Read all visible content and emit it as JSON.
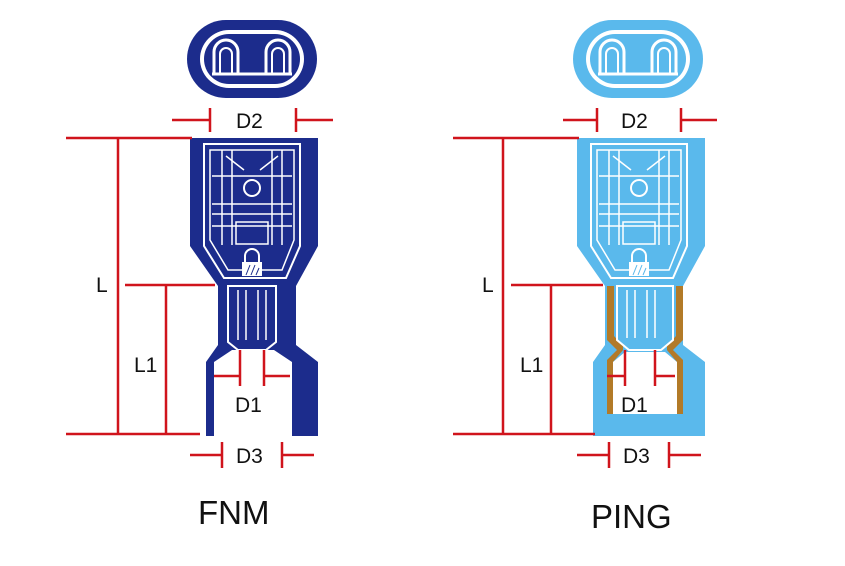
{
  "figures": [
    {
      "caption": "FNM",
      "colors": {
        "body": "#1c2c8c",
        "outline": "#1c2c8c",
        "detail": "#ffffff",
        "dimension": "#d0141c"
      },
      "labels": {
        "d2": "D2",
        "l": "L",
        "l1": "L1",
        "d1": "D1",
        "d3": "D3"
      }
    },
    {
      "caption": "PING",
      "colors": {
        "body": "#5ab9ec",
        "outline": "#5ab9ec",
        "detail": "#ffffff",
        "sleeve": "#b27a28",
        "dimension": "#d0141c"
      },
      "labels": {
        "d2": "D2",
        "l": "L",
        "l1": "L1",
        "d1": "D1",
        "d3": "D3"
      }
    }
  ]
}
